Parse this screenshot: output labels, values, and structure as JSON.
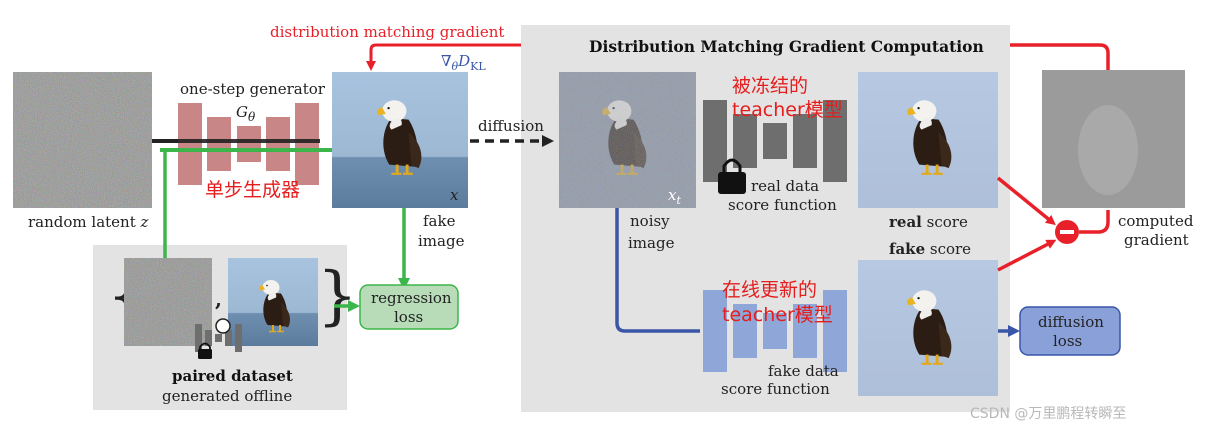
{
  "labels": {
    "dist_grad": "distribution matching gradient",
    "dmg_title": "Distribution Matching Gradient Computation",
    "one_step_generator": "one-step generator",
    "g_theta": "G",
    "g_sub": "θ",
    "random_latent": "random latent ",
    "z": "z",
    "fake_image_1": "fake",
    "fake_image_2": "image",
    "x_label": "x",
    "diffusion": "diffusion",
    "noisy_1": "noisy",
    "noisy_2": "image",
    "xt": "x",
    "xt_sub": "t",
    "real_data_1": "real data",
    "real_data_2": "score function",
    "real_score_bold": "real",
    "real_score_rest": " score",
    "fake_score_bold": "fake",
    "fake_score_rest": " score",
    "fake_data_1": "fake data",
    "fake_data_2": "score function",
    "computed_1": "computed",
    "computed_2": "gradient",
    "regression_1": "regression",
    "regression_2": "loss",
    "diffusion_loss_1": "diffusion",
    "diffusion_loss_2": "loss",
    "paired_bold": "paired dataset",
    "paired_rest": "generated offline",
    "comma": ",",
    "grad_nabla": "∇",
    "grad_theta": "θ",
    "grad_d": "D",
    "grad_kl": "KL"
  },
  "annotations": {
    "generator_cn": "单步生成器",
    "frozen_cn_1": "被冻结的",
    "frozen_cn_2": "teacher模型",
    "online_cn_1": "在线更新的",
    "online_cn_2": "teacher模型"
  },
  "watermark": "CSDN @万里鹏程转瞬至",
  "colors": {
    "red_arrow": "#e8202a",
    "green_arrow": "#3cb54a",
    "blue_arrow": "#3a56a8",
    "generator": "#c98686",
    "frozen_net": "#6e6e6e",
    "online_net": "#8fa6d8",
    "panel_bg": "#e3e3e3",
    "regression_box": "#b7dcb7",
    "diffusion_box": "#8aa0d8"
  }
}
